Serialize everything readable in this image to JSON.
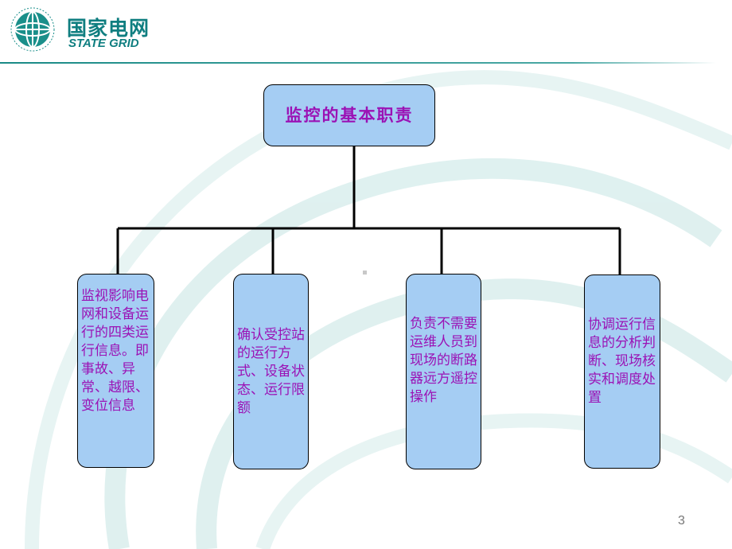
{
  "logo": {
    "name_cn": "国家电网",
    "name_en": "STATE GRID"
  },
  "diagram": {
    "root": "监控的基本职责",
    "children": [
      "监视影响电网和设备运行的四类运行信息。即事故、异常、越限、变位信息",
      "确认受控站的运行方式、设备状态、运行限额",
      "负责不需要运维人员到现场的断路器远方遥控操作",
      "协调运行信息的分析判断、现场核实和调度处置"
    ]
  },
  "page_number": "3",
  "colors": {
    "node_fill": "#a5cdf3",
    "node_text": "#9b12b5",
    "brand": "#0f7e80",
    "header_rule": "#1a8a86"
  }
}
